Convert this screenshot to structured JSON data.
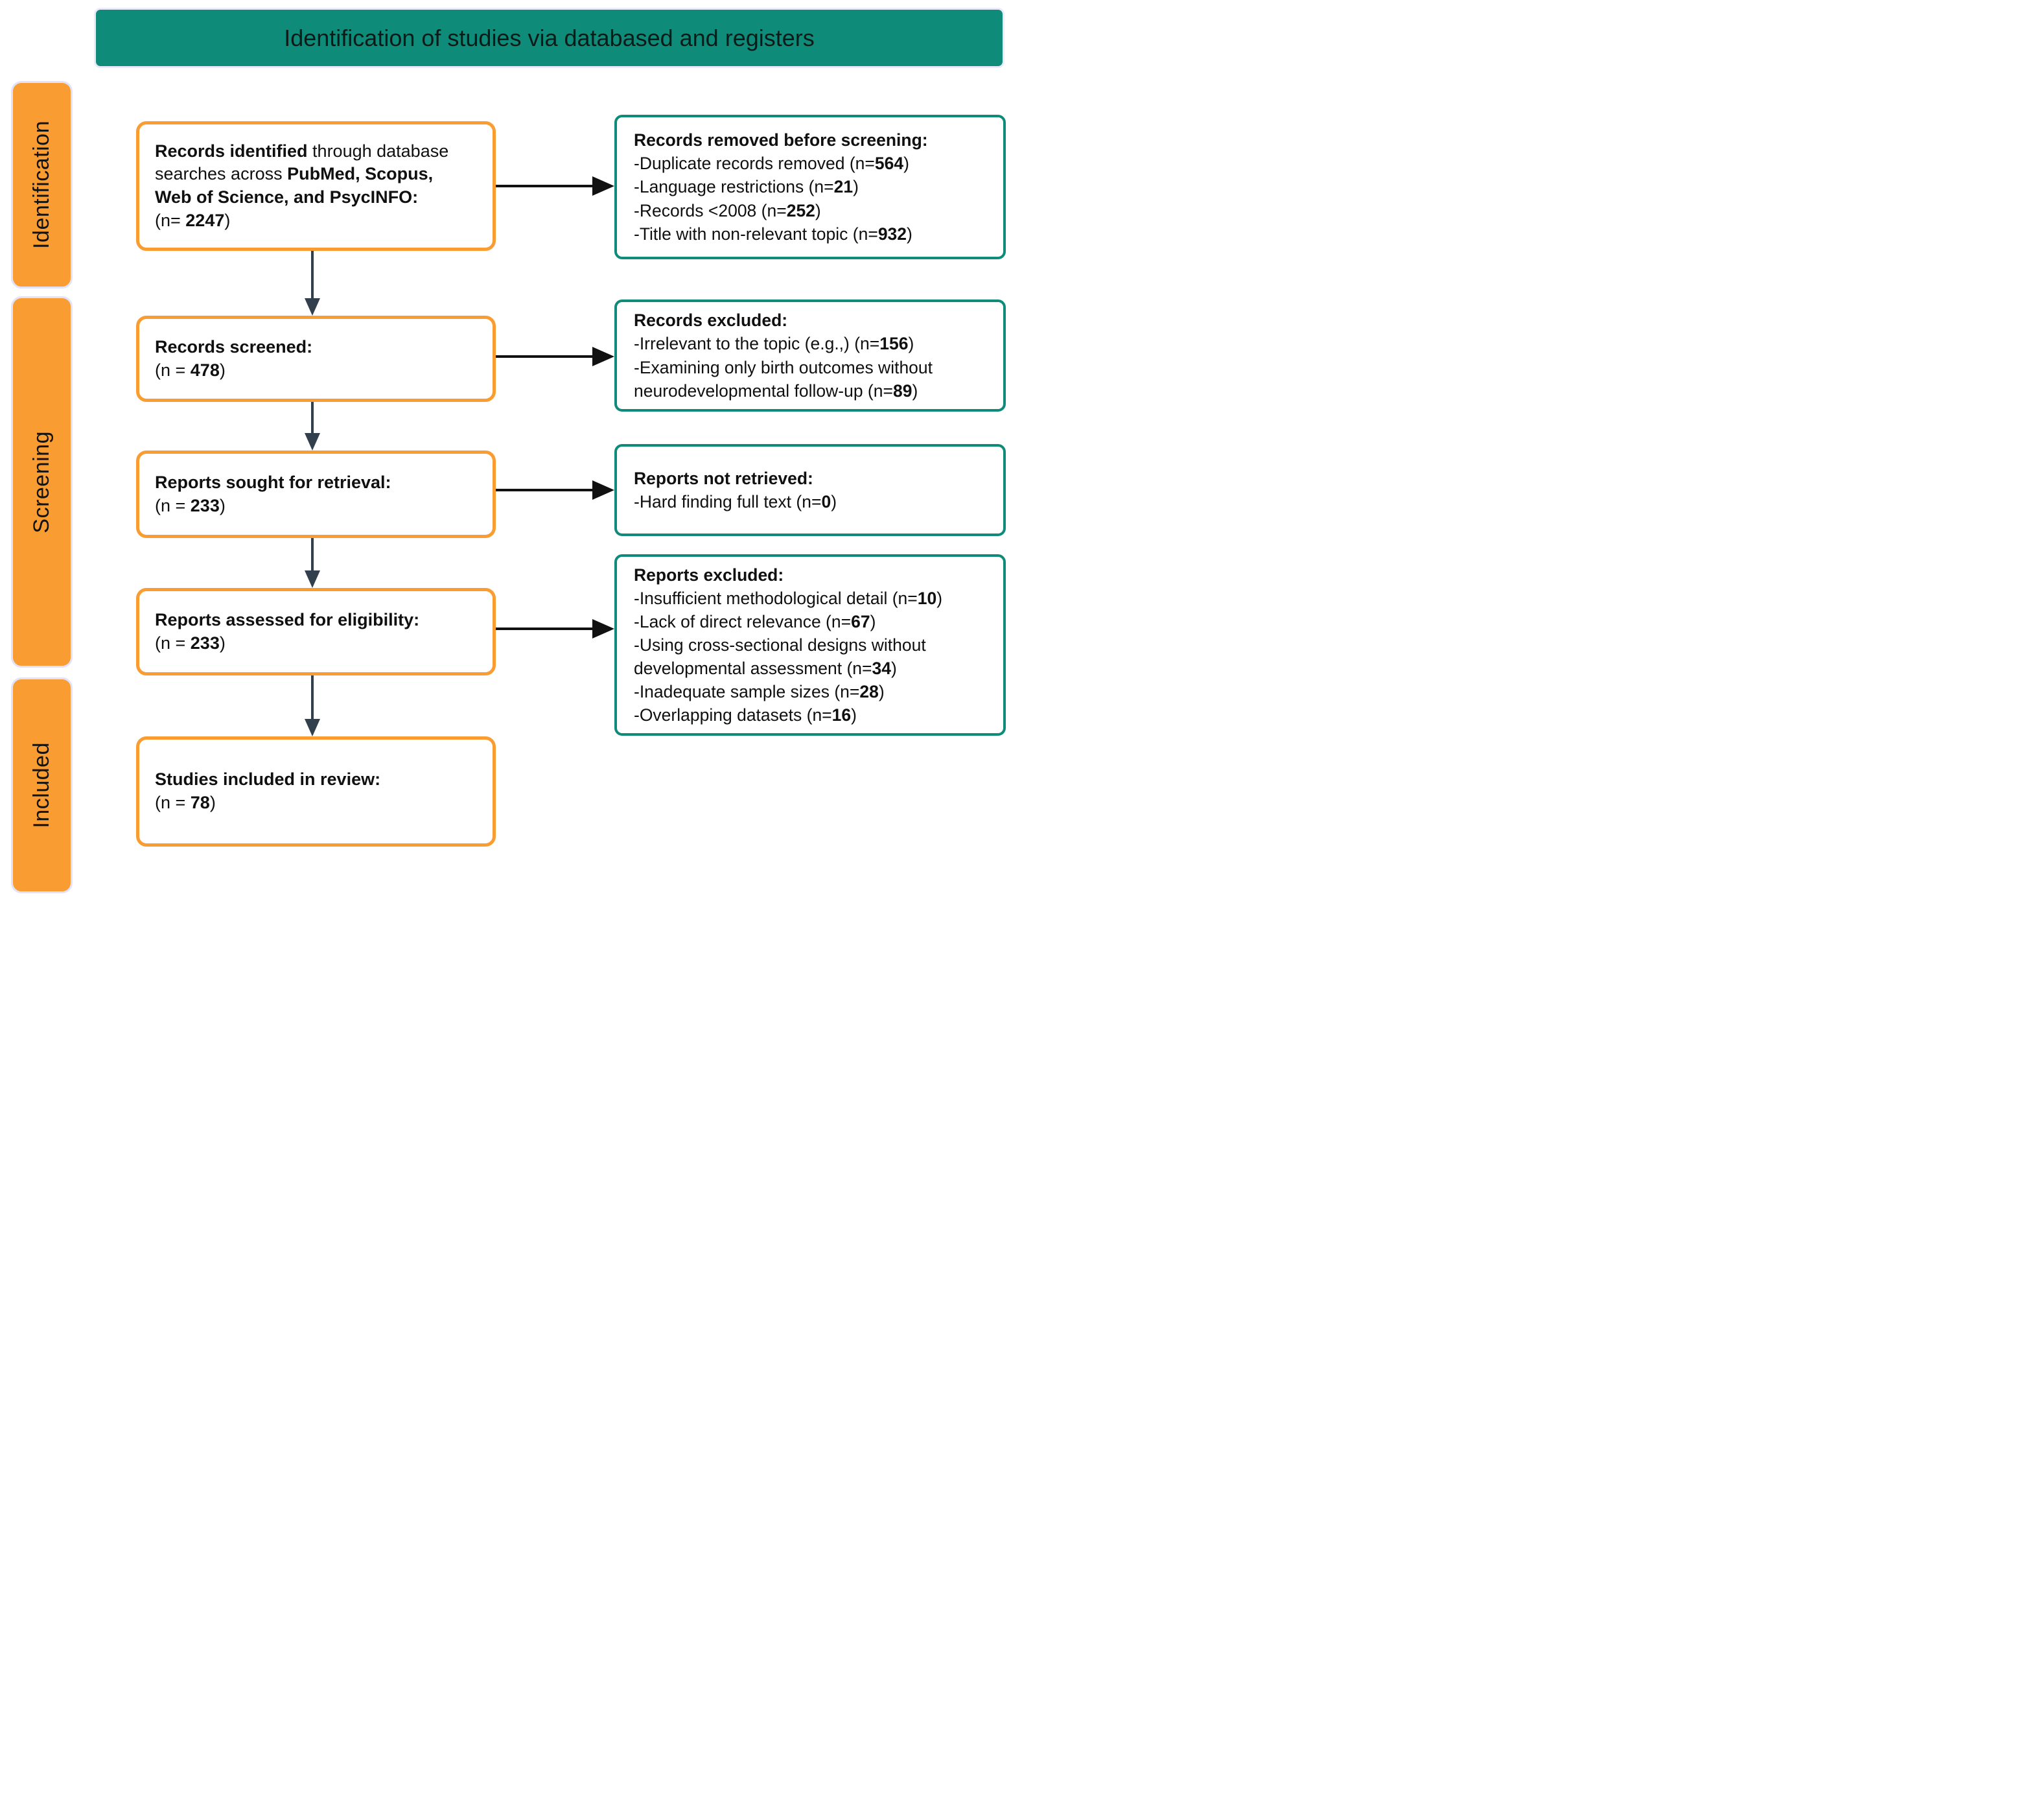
{
  "header": {
    "title": "Identification of studies via databased and registers"
  },
  "sidebar": {
    "stages": [
      {
        "label": "Identification"
      },
      {
        "label": "Screening"
      },
      {
        "label": "Included"
      }
    ]
  },
  "flow_boxes": {
    "records_identified": {
      "line1_bold": "Records identified",
      "line1_normal": " through database",
      "line2_normal": "searches across ",
      "line2_bold": "PubMed, Scopus,",
      "line3_bold": "Web of Science, and PsycINFO:",
      "count_pre": "(n= ",
      "count": "2247",
      "count_post": ")"
    },
    "records_screened": {
      "title": "Records screened:",
      "count_pre": "(n = ",
      "count": "478",
      "count_post": ")"
    },
    "reports_sought": {
      "title": "Reports sought for retrieval:",
      "count_pre": "(n = ",
      "count": "233",
      "count_post": ")"
    },
    "reports_assessed": {
      "title": "Reports assessed for eligibility:",
      "count_pre": "(n = ",
      "count": "233",
      "count_post": ")"
    },
    "studies_included": {
      "title": "Studies included in review:",
      "count_pre": "(n = ",
      "count": "78",
      "count_post": ")"
    }
  },
  "exclusion_boxes": {
    "removed_before_screening": {
      "title": "Records removed before screening:",
      "items": [
        {
          "pre": "-Duplicate records removed (n=",
          "n": "564",
          "post": ")"
        },
        {
          "pre": "-Language restrictions (n=",
          "n": "21",
          "post": ")"
        },
        {
          "pre": "-Records <2008 (n=",
          "n": "252",
          "post": ")"
        },
        {
          "pre": "-Title with non-relevant topic (n=",
          "n": "932",
          "post": ")"
        }
      ]
    },
    "records_excluded": {
      "title": "Records excluded:",
      "items": [
        {
          "pre": "-Irrelevant to the topic (e.g.,) (n=",
          "n": "156",
          "post": ")"
        },
        {
          "pre": "-Examining only birth outcomes without neurodevelopmental follow-up (n=",
          "n": "89",
          "post": ")"
        }
      ]
    },
    "reports_not_retrieved": {
      "title": "Reports not retrieved:",
      "items": [
        {
          "pre": "-Hard finding full text (n=",
          "n": "0",
          "post": ")"
        }
      ]
    },
    "reports_excluded": {
      "title": "Reports excluded:",
      "items": [
        {
          "pre": "-Insufficient methodological detail (n=",
          "n": "10",
          "post": ")"
        },
        {
          "pre": "-Lack of direct relevance (n=",
          "n": "67",
          "post": ")"
        },
        {
          "pre": "-Using cross-sectional designs without developmental assessment (n=",
          "n": "34",
          "post": ")"
        },
        {
          "pre": "-Inadequate sample sizes (n=",
          "n": "28",
          "post": ")"
        },
        {
          "pre": "-Overlapping datasets (n=",
          "n": "16",
          "post": ")"
        }
      ]
    }
  },
  "colors": {
    "teal": "#0F8B79",
    "orange": "#F99D33",
    "arrow_black": "#111111",
    "arrow_slate": "#32404E",
    "sidebar_outline": "#E2E3F8"
  }
}
